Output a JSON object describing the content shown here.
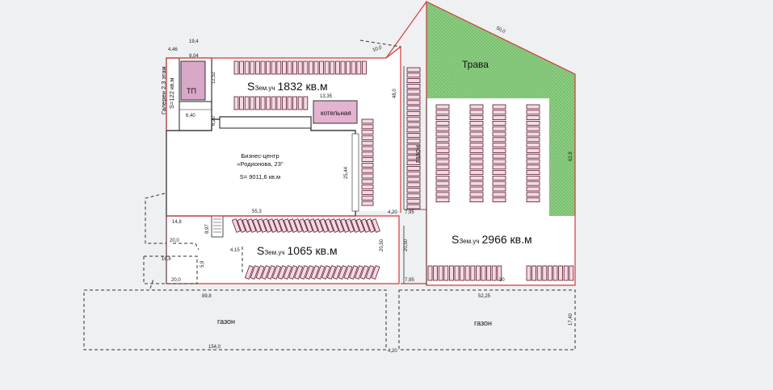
{
  "labels": {
    "grass": "Трава",
    "tp": "ТП",
    "kotelnaya": "котельная",
    "bc_line1": "Бизнес-центр",
    "bc_line2": "«Родионова, 23\"",
    "bc_area": "S= 9011,6 кв.м",
    "gallery1": "Галереи 2,3 этаж",
    "gallery2": "S=122 кв.м",
    "lawn_vertical": "газон",
    "lawn_left": "газон",
    "lawn_right": "газон"
  },
  "plots": {
    "top_prefix": "S",
    "top_sub": "Зем.уч",
    "top_value": "1832 кв.м",
    "mid_prefix": "S",
    "mid_sub": "Зем.уч",
    "mid_value": "1065 кв.м",
    "right_prefix": "S",
    "right_sub": "Зем.уч",
    "right_value": "2966 кв.м"
  },
  "dims": {
    "d19_4": "19,4",
    "d9_04": "9,04",
    "d4_46": "4,46",
    "d12_52": "12,52",
    "d6_40": "6,40",
    "d6_20": "6,20",
    "d13_35": "13,35",
    "d10_0": "10,0",
    "d48_0": "48,0",
    "d25_44": "25,44",
    "d55_3": "55,3",
    "d4_20a": "4,20",
    "d7_95a": "7,95",
    "d14_8": "14,8",
    "d8_97": "8,97",
    "d20_0a": "20,0",
    "d16_8": "16,8",
    "d5_9": "5,9",
    "d4_15": "4,15",
    "d20_50": "20,50",
    "d20_50b": "20,50",
    "d20_0b": "20,0",
    "d7_95b": "7,95",
    "d50_0": "50,0",
    "d62_8": "62,8",
    "d89_8": "89,8",
    "d52_25": "52,25",
    "d17_40": "17,40",
    "d154_0": "154,0",
    "d4_20b": "4,20",
    "d30": "30"
  },
  "colors": {
    "background": "#eef0f2",
    "building": "#ffffff",
    "outline": "#222222",
    "boundary": "#d23a3a",
    "grass": "#8fcf84",
    "tp_fill": "#d9a8c8",
    "kotel_fill": "#e4b3cf",
    "parking_fill": "#f3d9e3",
    "parking_stroke": "#5a1a2a"
  }
}
